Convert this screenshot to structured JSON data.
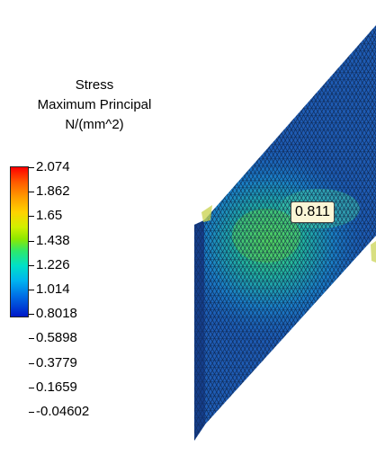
{
  "legend": {
    "title_line1": "Stress",
    "title_line2": "Maximum Principal",
    "title_line3": "N/(mm^2)",
    "ticks": [
      "2.074",
      "1.862",
      "1.65",
      "1.438",
      "1.226",
      "1.014",
      "0.8018",
      "0.5898",
      "0.3779",
      "0.1659",
      "-0.04602"
    ],
    "colors": {
      "max": "#ff0000",
      "mid": "#2ee86a",
      "min": "#0018c8"
    }
  },
  "probe": {
    "value": "0.811"
  },
  "model": {
    "element_fill": "#1c5fb8",
    "mesh_line_color": "#0a1a3a",
    "hotspot_color": "#3ccf6a"
  }
}
